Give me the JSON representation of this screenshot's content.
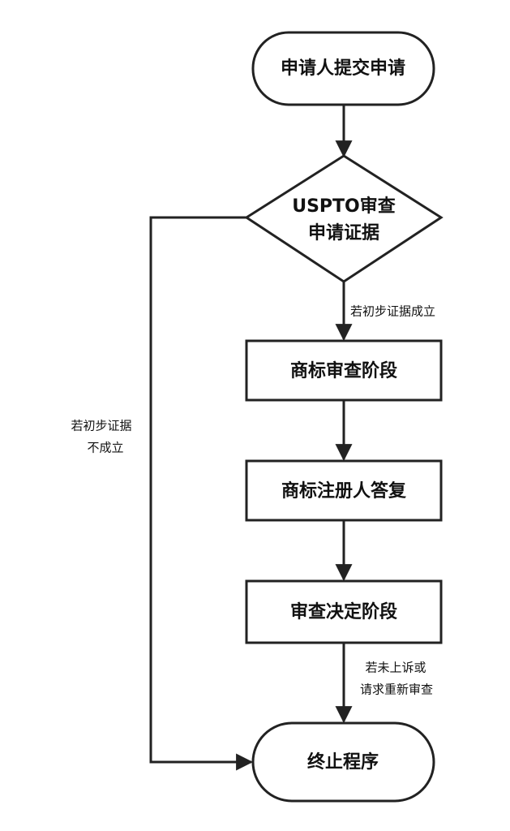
{
  "nodes": {
    "start": {
      "label": "申请人提交申请"
    },
    "decision": {
      "line1": "USPTO审查",
      "line2": "申请证据"
    },
    "exam": {
      "label": "商标审查阶段"
    },
    "reply": {
      "label": "商标注册人答复"
    },
    "decide": {
      "label": "审查决定阶段"
    },
    "end": {
      "label": "终止程序"
    }
  },
  "edges": {
    "decision_yes": {
      "label": "若初步证据成立"
    },
    "decision_no": {
      "line1": "若初步证据",
      "line2": "不成立"
    },
    "decide_end": {
      "line1": "若未上诉或",
      "line2": "请求重新审查"
    }
  }
}
